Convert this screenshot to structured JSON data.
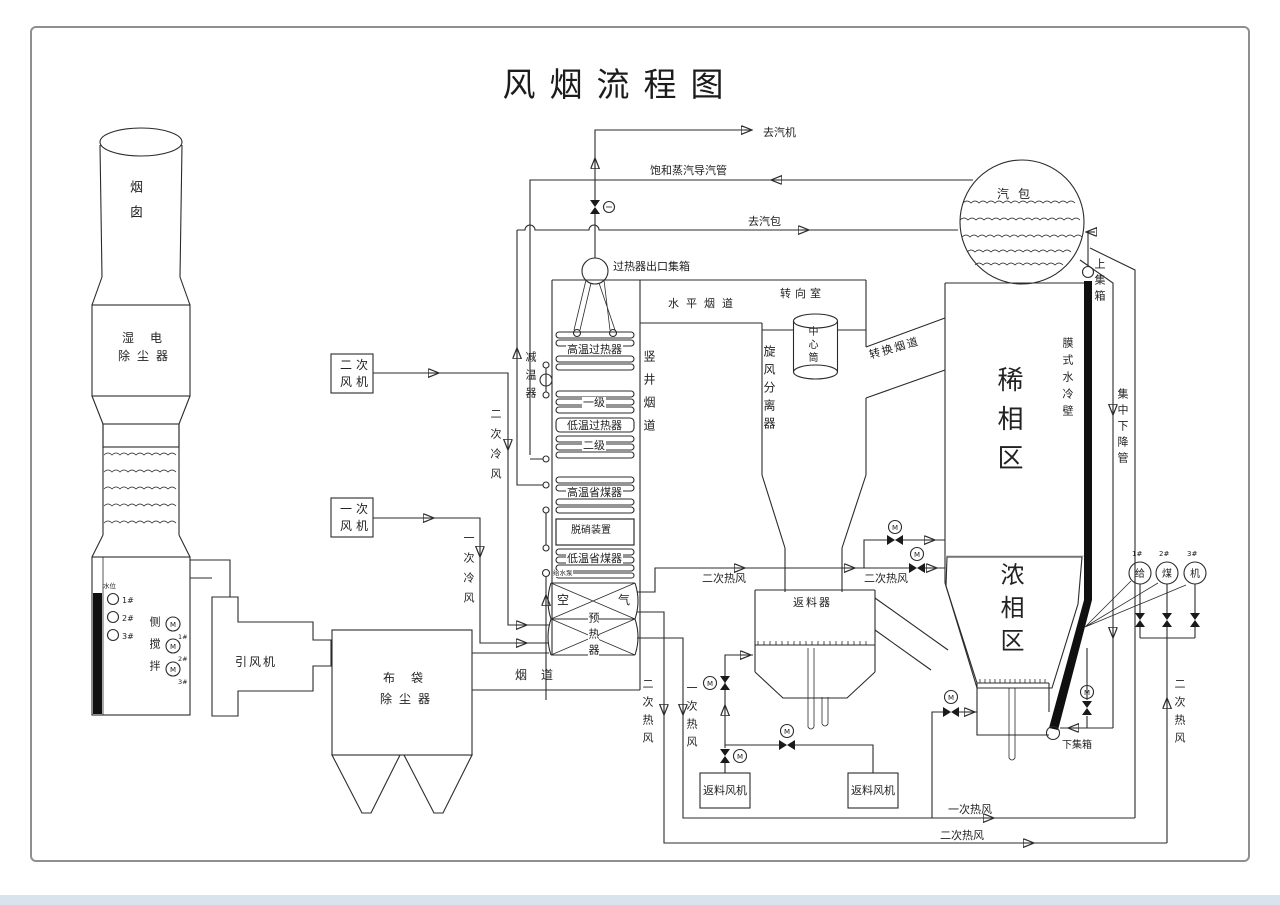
{
  "title": "风烟流程图",
  "colors": {
    "line": "#2b2b2b",
    "frame": "#8f8f8f",
    "bottom_bar": "#d9e3ee",
    "black_fill": "#101010"
  },
  "labels": {
    "to_turbine": "去汽机",
    "sat_steam_pipe": "饱和蒸汽导汽管",
    "to_drum": "去汽包",
    "sh_outlet_header": "过热器出口集箱",
    "horizontal_flue": "水平烟道",
    "turning_chamber": "转向室",
    "center_tube": "中心筒",
    "steam_drum": "汽包",
    "chimney": "烟囱",
    "wet_esp_l1": "湿电",
    "wet_esp_l2": "除尘器",
    "water_level": "水位",
    "side_mixer": "侧搅拌",
    "id_fan": "引风机",
    "bag_filter_l1": "布袋",
    "bag_filter_l2": "除尘器",
    "flue_duct": "烟道",
    "secondary_fan_l1": "二次",
    "secondary_fan_l2": "风机",
    "primary_fan_l1": "一次",
    "primary_fan_l2": "风机",
    "secondary_cold_air": "二次冷风",
    "primary_cold_air": "一次冷风",
    "desuperheater": "减温器",
    "ht_superheater": "高温过热器",
    "shaft_flue": "竖井烟道",
    "stage1": "一级",
    "lt_superheater": "低温过热器",
    "stage2": "二级",
    "ht_economizer": "高温省煤器",
    "denitration": "脱硝装置",
    "lt_economizer": "低温省煤器",
    "feed_water_pump": "给水泵",
    "aph_kong": "空",
    "aph_qi": "气",
    "aph_mid": "预热器",
    "cyclone": "旋风分离器",
    "transition_flue": "转换烟道",
    "dilute_zone": "稀相区",
    "dense_zone": "浓相区",
    "membrane_wall": "膜式水冷壁",
    "upper_header": "上集箱",
    "downcomer": "集中下降管",
    "lower_header": "下集箱",
    "loop_seal": "返料器",
    "return_fan": "返料风机",
    "secondary_hot_air": "二次热风",
    "primary_hot_air": "一次热风",
    "feeder_c1": "给",
    "feeder_c2": "煤",
    "feeder_c3": "机",
    "u1": "1#",
    "u2": "2#",
    "u3": "3#",
    "motor": "M"
  }
}
